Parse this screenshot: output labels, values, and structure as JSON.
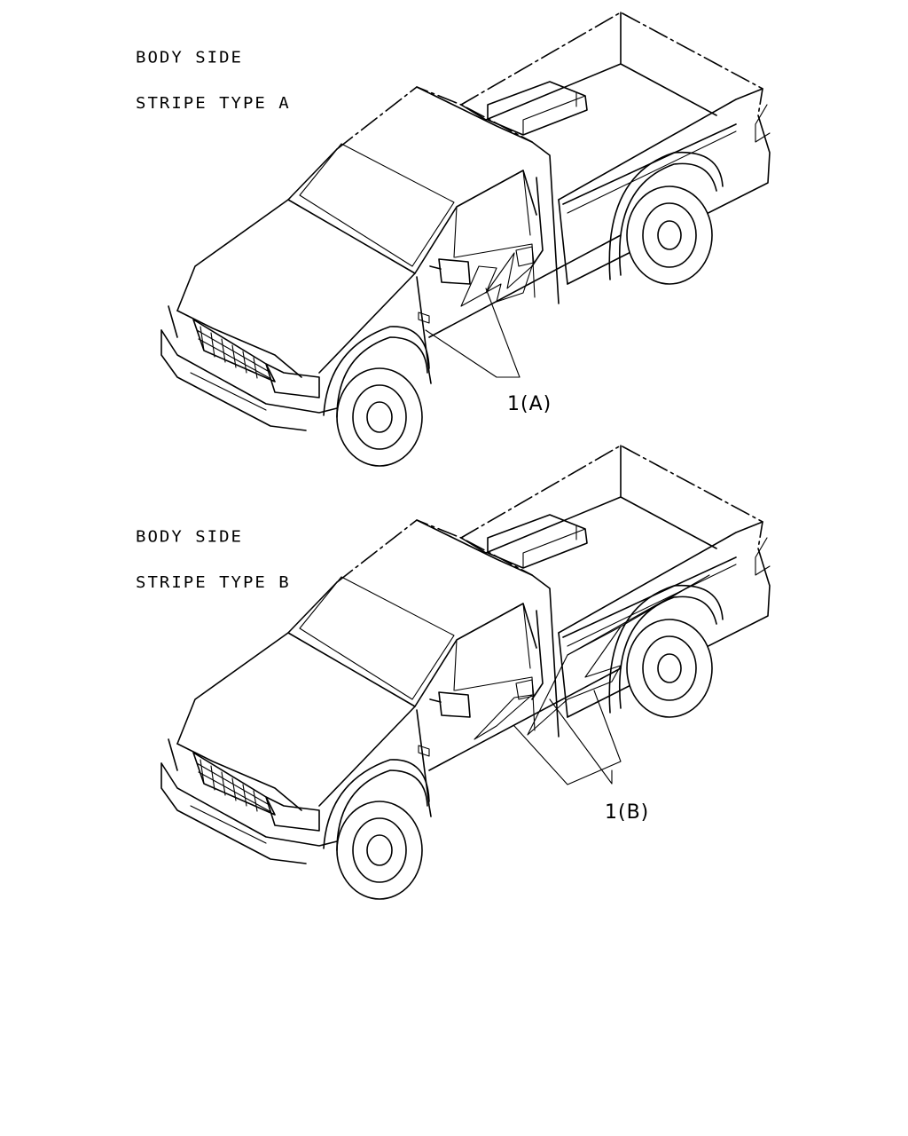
{
  "diagrams": [
    {
      "caption_line1": "BODY SIDE",
      "caption_line2": "STRIPE TYPE A",
      "callout": "1(A)"
    },
    {
      "caption_line1": "BODY SIDE",
      "caption_line2": "STRIPE TYPE B",
      "callout": "1(B)"
    }
  ]
}
